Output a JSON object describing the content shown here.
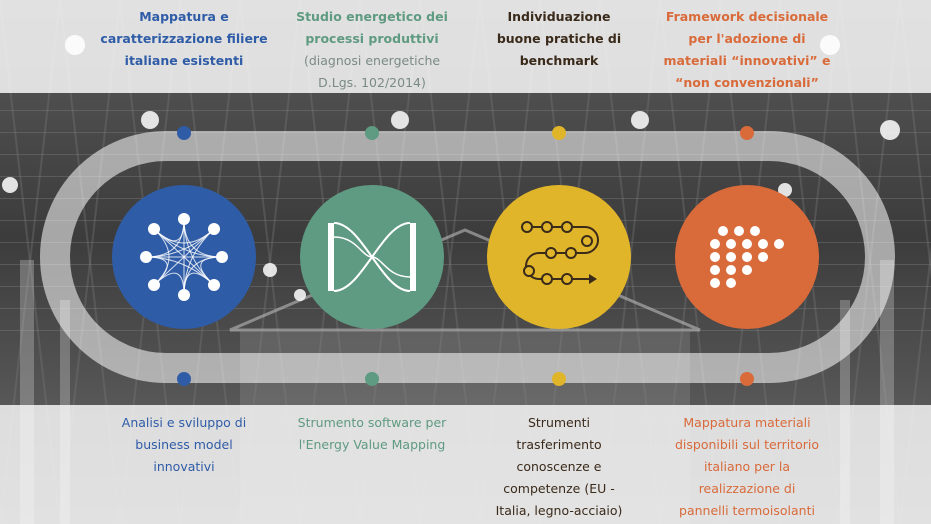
{
  "colors": {
    "blue": "#2f5ca7",
    "green": "#5f9a82",
    "yellow": "#e0b52a",
    "orange": "#d96a3a",
    "dark": "#3a2a1a"
  },
  "stages": [
    {
      "icon": "network-graph-icon",
      "color": "#2f5ca7",
      "top_title": "Mappatura e\ncaratterizzazione filiere\nitaliane esistenti",
      "top_sub": "",
      "top_color": "#2f5ca7",
      "bottom": "Analisi e sviluppo di\nbusiness model\ninnovativi",
      "bottom_color": "#2f5ca7"
    },
    {
      "icon": "energy-flow-icon",
      "color": "#5f9a82",
      "top_title": "Studio energetico dei\nprocessi produttivi",
      "top_sub": "(diagnosi energetiche\nD.Lgs. 102/2014)",
      "top_color": "#5f9a82",
      "bottom": "Strumento software per\nl'Energy Value Mapping",
      "bottom_color": "#5f9a82"
    },
    {
      "icon": "process-path-icon",
      "color": "#e0b52a",
      "top_title": "Individuazione\nbuone pratiche di\nbenchmark",
      "top_sub": "",
      "top_color": "#3a2a1a",
      "bottom": "Strumenti\ntrasferimento\nconoscenze e\ncompetenze (EU -\nItalia, legno-acciaio)",
      "bottom_color": "#3a2a1a"
    },
    {
      "icon": "dot-matrix-icon",
      "color": "#d96a3a",
      "top_title": "Framework decisionale\nper l'adozione di\nmateriali “innovativi” e\n“non convenzionali”",
      "top_sub": "",
      "top_color": "#d96a3a",
      "bottom": "Mappatura materiali\ndisponibili sul territorio\nitaliano per la\nrealizzazione di\npannelli termoisolanti",
      "bottom_color": "#d96a3a"
    }
  ]
}
